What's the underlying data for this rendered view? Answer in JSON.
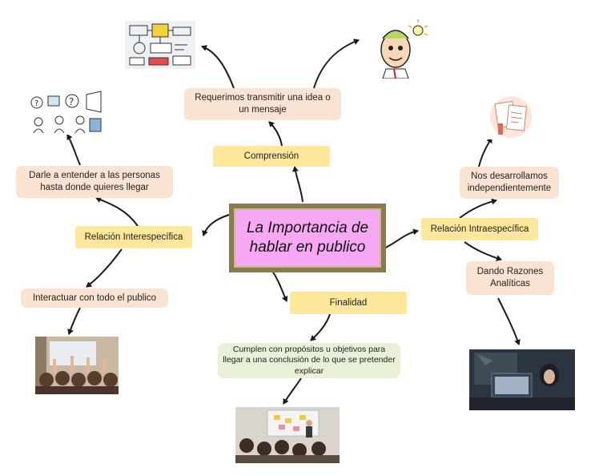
{
  "central": {
    "line1": "La Importancia de",
    "line2": "hablar en publico"
  },
  "nodes": {
    "comprension": "Comprensión",
    "requerimos": "Requerimos transmitir una idea o un mensaje",
    "relacion_inter": "Relación Interespecífica",
    "darle": "Darle a entender a las personas hasta donde quieres llegar",
    "interactuar": "Interactuar con todo el publico",
    "finalidad": "Finalidad",
    "cumplen": "Cumplen con propósitos u objetivos para llegar a una conclusión de lo que se pretender explicar",
    "relacion_intra": "Relación Intraespecífica",
    "nos": "Nos desarrollamos independientemente",
    "dando": "Dando Razones Analíticas"
  },
  "colors": {
    "peach": "#fbe3d3",
    "yellow": "#fde79a",
    "green": "#e6f1d7",
    "central_fill": "#f7a8f3",
    "central_border": "#8a7a4e",
    "connector": "#1a1a1a"
  },
  "images": {
    "sketchnote": "sketchnote-drawing",
    "idea_person": "idea-cartoon-person",
    "questions_sketch": "questions-sketch",
    "documents": "documents-illustration",
    "audience_hands": "audience-raising-hands-photo",
    "presentation": "presentation-room-photo",
    "woman_computer": "woman-at-computer-photo"
  }
}
